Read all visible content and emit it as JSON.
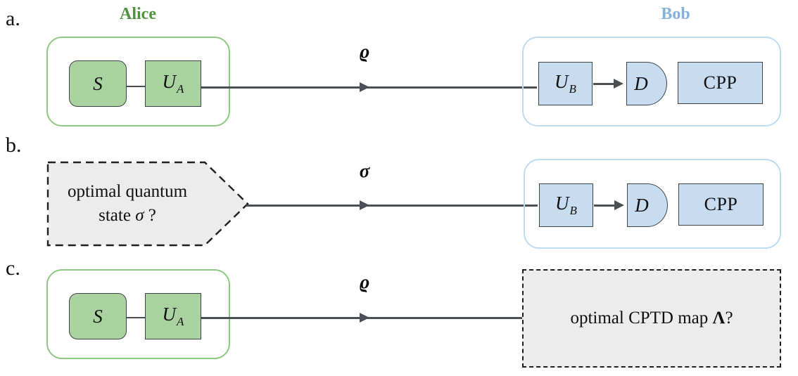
{
  "figure": {
    "panels": [
      {
        "letter": "a.",
        "left_party": {
          "title": "Alice",
          "title_color": "#4e9240",
          "box_color": "#8cc882",
          "gates": [
            {
              "label": "S",
              "sub": "",
              "shape": "rounded-rect",
              "fill": "#a9d2a0"
            },
            {
              "label": "U",
              "sub": "A",
              "shape": "rect",
              "fill": "#a9d2a0"
            }
          ]
        },
        "channel_symbol": "ϱ",
        "right_party": {
          "title": "Bob",
          "title_color": "#85b2dc",
          "box_color": "#bcdcf2",
          "gates": [
            {
              "label": "U",
              "sub": "B",
              "shape": "rect",
              "fill": "#c7dcef"
            },
            {
              "label": "D",
              "sub": "",
              "shape": "half-disc",
              "fill": "#c7dcef"
            },
            {
              "label": "CPP",
              "sub": "",
              "shape": "rect",
              "fill": "#c7dcef"
            }
          ]
        }
      },
      {
        "letter": "b.",
        "left_unknown": {
          "line1": "optimal quantum",
          "line2_pre": "state ",
          "line2_sym": "σ",
          "line2_post": " ?",
          "fill": "#ececec",
          "border": "#1f1f1f",
          "shape": "pentagon"
        },
        "channel_symbol": "σ",
        "right_party": {
          "title": "",
          "box_color": "#bcdcf2",
          "gates": [
            {
              "label": "U",
              "sub": "B",
              "shape": "rect",
              "fill": "#c7dcef"
            },
            {
              "label": "D",
              "sub": "",
              "shape": "half-disc",
              "fill": "#c7dcef"
            },
            {
              "label": "CPP",
              "sub": "",
              "shape": "rect",
              "fill": "#c7dcef"
            }
          ]
        }
      },
      {
        "letter": "c.",
        "left_party": {
          "title": "",
          "box_color": "#8cc882",
          "gates": [
            {
              "label": "S",
              "sub": "",
              "shape": "rounded-rect",
              "fill": "#a9d2a0"
            },
            {
              "label": "U",
              "sub": "A",
              "shape": "rect",
              "fill": "#a9d2a0"
            }
          ]
        },
        "channel_symbol": "ϱ",
        "right_unknown": {
          "text_pre": "optimal CPTD map ",
          "text_sym": "Λ",
          "text_post": "?",
          "fill": "#ececec",
          "border": "#1f1f1f",
          "shape": "rect"
        }
      }
    ]
  },
  "labels": {
    "panel_a": "a.",
    "panel_b": "b.",
    "panel_c": "c.",
    "alice": "Alice",
    "bob": "Bob",
    "gate_s": "S",
    "gate_u": "U",
    "sub_a": "A",
    "sub_b": "B",
    "gate_d": "D",
    "gate_cpp": "CPP",
    "rho": "ϱ",
    "sigma": "σ",
    "lambda": "Λ",
    "unknown_state_line1": "optimal quantum",
    "unknown_state_line2_pre": "state ",
    "unknown_state_line2_sym": "σ",
    "unknown_state_line2_post": " ?",
    "unknown_map_pre": "optimal CPTD map ",
    "unknown_map_sym": "Λ",
    "unknown_map_post": "?"
  },
  "colors": {
    "alice_title": "#4e9240",
    "bob_title": "#85b2dc",
    "alice_border": "#8cc882",
    "bob_border": "#bcdcf2",
    "green_fill": "#a9d2a0",
    "blue_fill": "#c7dcef",
    "stroke": "#3e4347",
    "wire": "#4a4f54",
    "dashed_fill": "#ececec",
    "dashed_border": "#1f1f1f"
  }
}
